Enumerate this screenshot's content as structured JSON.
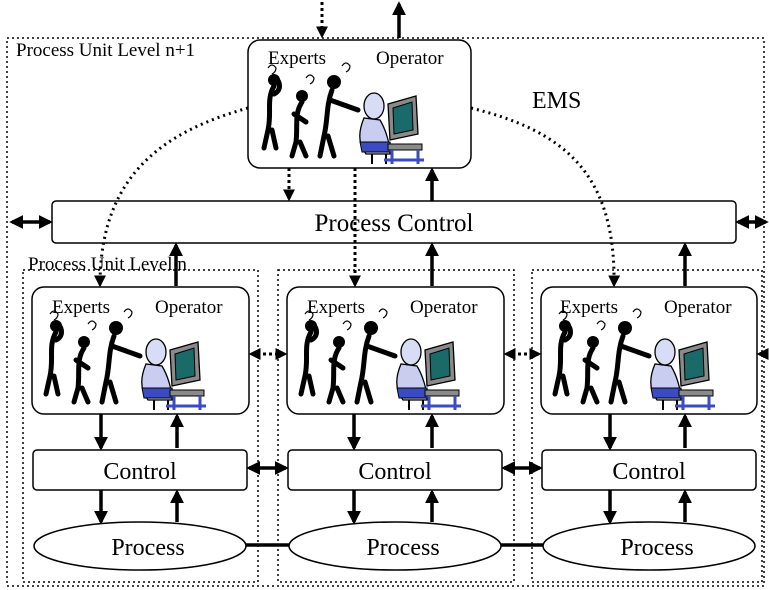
{
  "outer_label": "Process Unit Level n+1",
  "inner_label": "Process Unit Level n",
  "ems": {
    "label": "EMS",
    "experts_label": "Experts",
    "operator_label": "Operator"
  },
  "process_control_label": "Process Control",
  "units": [
    {
      "experts_label": "Experts",
      "operator_label": "Operator",
      "control_label": "Control",
      "process_label": "Process"
    },
    {
      "experts_label": "Experts",
      "operator_label": "Operator",
      "control_label": "Control",
      "process_label": "Process"
    },
    {
      "experts_label": "Experts",
      "operator_label": "Operator",
      "control_label": "Control",
      "process_label": "Process"
    }
  ]
}
